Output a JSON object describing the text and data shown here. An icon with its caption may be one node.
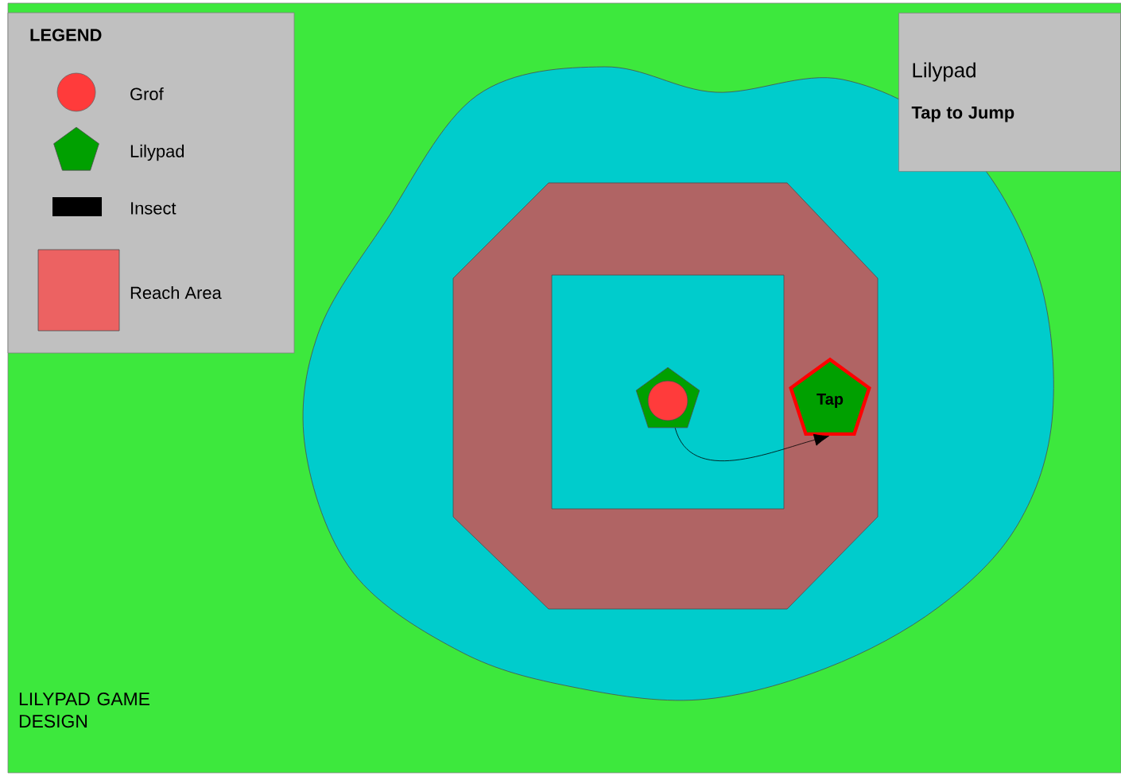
{
  "diagram": {
    "nodes": [
      {
        "text": [],
        "shape": "pentagon"
      },
      {
        "text": [],
        "shape": "circle",
        "in": 0
      },
      {
        "text": [
          "Tap"
        ]
      },
      {
        "text": [
          "Lilypad",
          "Tap to Jump"
        ]
      }
    ],
    "edges": [
      {
        "from": 0,
        "to": 2,
        "arrow": "to"
      }
    ],
    "labels": [
      "LEGEND",
      "LILYPAD GAME DESIGN"
    ],
    "legend": [
      {
        "text": "Grof"
      },
      {
        "text": "Lilypad"
      },
      {
        "text": "Insect"
      },
      {
        "text": "Reach Area",
        "color": "#ec6262"
      }
    ]
  }
}
